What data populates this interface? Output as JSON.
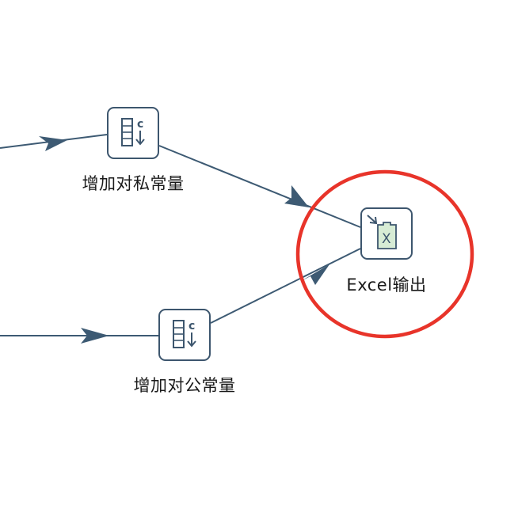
{
  "diagram": {
    "nodes": [
      {
        "id": "private-constant",
        "label": "增加对私常量",
        "icon": "add-constants-icon"
      },
      {
        "id": "public-constant",
        "label": "增加对公常量",
        "icon": "add-constants-icon"
      },
      {
        "id": "excel-output",
        "label": "Excel输出",
        "icon": "excel-output-icon"
      }
    ],
    "edges": [
      {
        "from": "left-offscreen-1",
        "to": "private-constant"
      },
      {
        "from": "left-offscreen-2",
        "to": "public-constant"
      },
      {
        "from": "private-constant",
        "to": "excel-output"
      },
      {
        "from": "public-constant",
        "to": "excel-output"
      }
    ],
    "highlight": {
      "target": "excel-output",
      "shape": "circle",
      "color": "#e8342a"
    },
    "colors": {
      "edge": "#3d5a73",
      "node_border": "#3d566e",
      "icon": "#3d566e",
      "excel_fill": "#d7ecd5"
    }
  }
}
